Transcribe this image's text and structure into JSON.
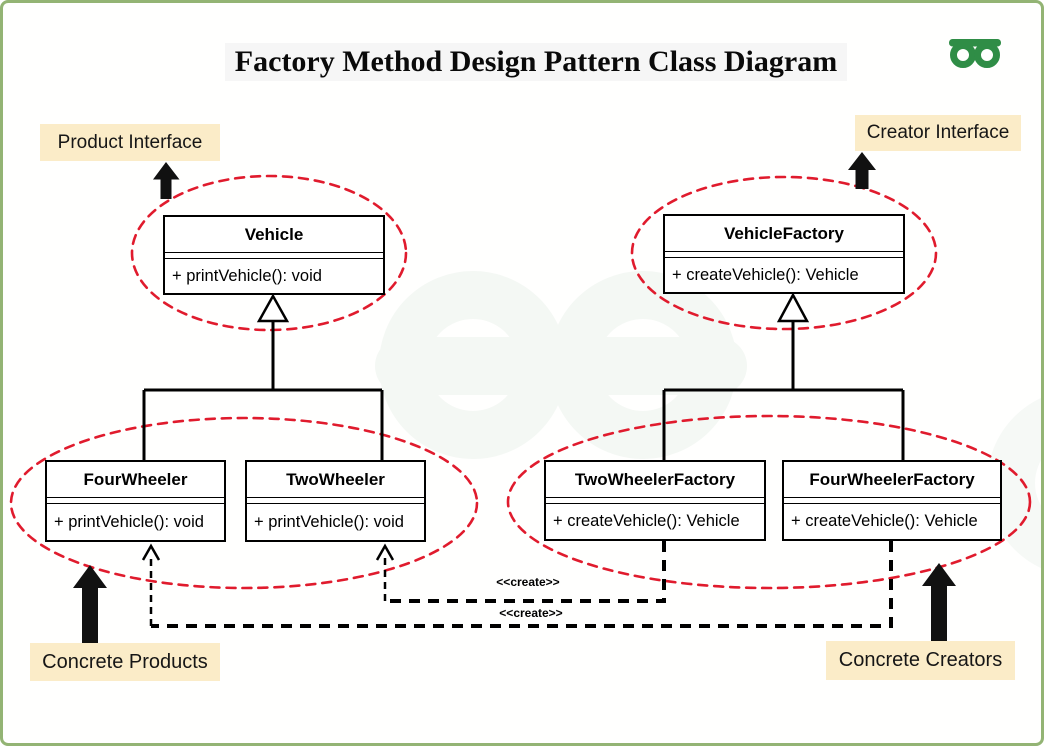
{
  "title": "Factory Method Design Pattern Class Diagram",
  "annotations": {
    "product_interface": "Product Interface",
    "creator_interface": "Creator Interface",
    "concrete_products": "Concrete Products",
    "concrete_creators": "Concrete Creators",
    "create_stereotype_1": "<<create>>",
    "create_stereotype_2": "<<create>>"
  },
  "classes": {
    "vehicle": {
      "name": "Vehicle",
      "method": "+ printVehicle(): void"
    },
    "vehicle_factory": {
      "name": "VehicleFactory",
      "method": "+ createVehicle(): Vehicle"
    },
    "four_wheeler": {
      "name": "FourWheeler",
      "method": "+ printVehicle(): void"
    },
    "two_wheeler": {
      "name": "TwoWheeler",
      "method": "+ printVehicle(): void"
    },
    "two_wheeler_factory": {
      "name": "TwoWheelerFactory",
      "method": "+ createVehicle(): Vehicle"
    },
    "four_wheeler_factory": {
      "name": "FourWheelerFactory",
      "method": "+ createVehicle(): Vehicle"
    }
  },
  "relationships": [
    {
      "type": "inheritance",
      "from": "FourWheeler",
      "to": "Vehicle"
    },
    {
      "type": "inheritance",
      "from": "TwoWheeler",
      "to": "Vehicle"
    },
    {
      "type": "inheritance",
      "from": "TwoWheelerFactory",
      "to": "VehicleFactory"
    },
    {
      "type": "inheritance",
      "from": "FourWheelerFactory",
      "to": "VehicleFactory"
    },
    {
      "type": "create-dependency",
      "from": "TwoWheelerFactory",
      "to": "TwoWheeler",
      "label": "<<create>>"
    },
    {
      "type": "create-dependency",
      "from": "FourWheelerFactory",
      "to": "FourWheeler",
      "label": "<<create>>"
    }
  ],
  "icons": {
    "brand_logo": "geeksforgeeks-logo",
    "watermark": "geeksforgeeks-watermark"
  },
  "colors": {
    "highlight_red": "#e01b2d",
    "label_cream": "#fbecc8",
    "border_green": "#93b474",
    "brand_green": "#2f8d46",
    "title_strip": "#f6f6f6"
  }
}
